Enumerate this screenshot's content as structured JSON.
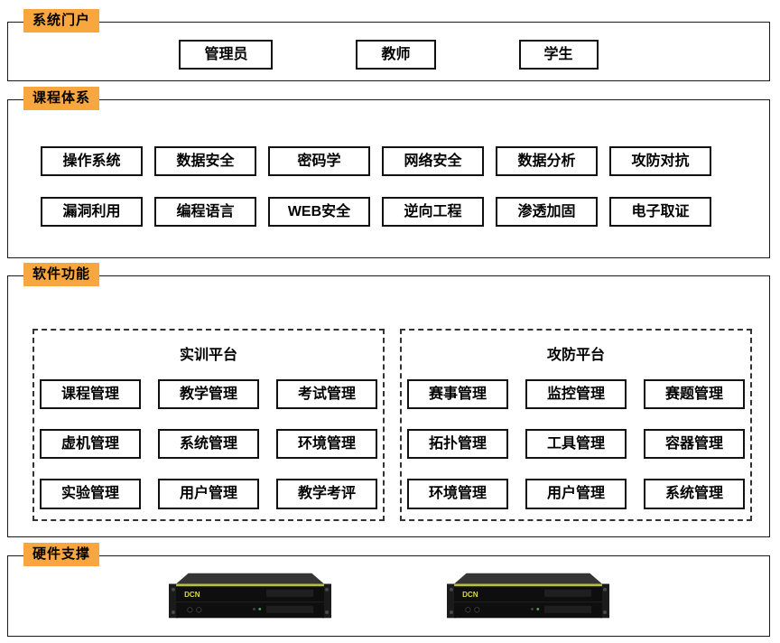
{
  "sections": {
    "portal": {
      "label": "系统门户",
      "items": [
        "管理员",
        "教师",
        "学生"
      ]
    },
    "courses": {
      "label": "课程体系",
      "rows": [
        [
          "操作系统",
          "数据安全",
          "密码学",
          "网络安全",
          "数据分析",
          "攻防对抗"
        ],
        [
          "漏洞利用",
          "编程语言",
          "WEB安全",
          "逆向工程",
          "渗透加固",
          "电子取证"
        ]
      ]
    },
    "software": {
      "label": "软件功能",
      "platforms": [
        {
          "title": "实训平台",
          "rows": [
            [
              "课程管理",
              "教学管理",
              "考试管理"
            ],
            [
              "虚机管理",
              "系统管理",
              "环境管理"
            ],
            [
              "实验管理",
              "用户管理",
              "教学考评"
            ]
          ]
        },
        {
          "title": "攻防平台",
          "rows": [
            [
              "赛事管理",
              "监控管理",
              "赛题管理"
            ],
            [
              "拓扑管理",
              "工具管理",
              "容器管理"
            ],
            [
              "环境管理",
              "用户管理",
              "系统管理"
            ]
          ]
        }
      ]
    },
    "hardware": {
      "label": "硬件支撑",
      "server_brand": "DCN"
    }
  },
  "colors": {
    "accent": "#F7A640",
    "border": "#1a1a1a",
    "box_border": "#111111"
  }
}
